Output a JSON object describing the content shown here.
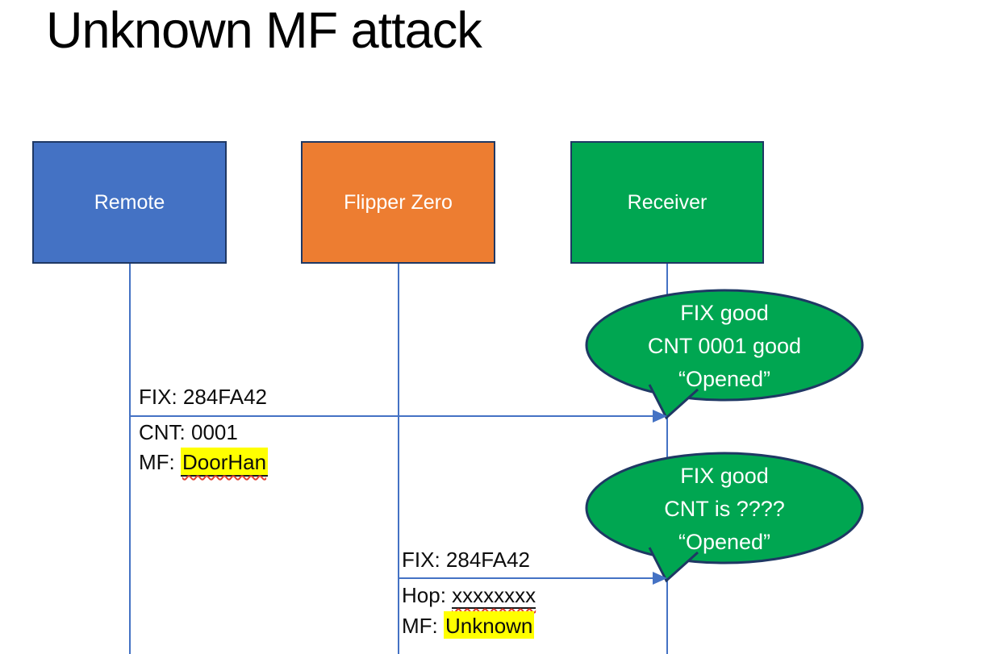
{
  "slide": {
    "title": "Unknown MF attack"
  },
  "palette": {
    "remote_fill": "#4472C4",
    "flipper_fill": "#ED7D31",
    "receiver_fill": "#00A651",
    "bubble_fill": "#00A651",
    "shape_border": "#1F3864",
    "connector_color": "#4472C4",
    "highlight_color": "#FFFF00",
    "squiggle_color": "#E0402F",
    "text_dark": "#0d0d0d",
    "text_light": "#FFFFFF"
  },
  "actors": [
    {
      "label": "Remote"
    },
    {
      "label": "Flipper Zero"
    },
    {
      "label": "Receiver"
    }
  ],
  "messages": [
    {
      "from": "Remote",
      "to": "Receiver",
      "lines": [
        {
          "text": "FIX: 284FA42"
        },
        {
          "text": "CNT: 0001"
        },
        {
          "prefix": "MF: ",
          "value": "DoorHan",
          "style": "highlight underline squiggle"
        }
      ]
    },
    {
      "from": "Flipper Zero",
      "to": "Receiver",
      "lines": [
        {
          "text": "FIX: 284FA42"
        },
        {
          "prefix": "Hop: ",
          "value": "xxxxxxxx",
          "style": "underline squiggle"
        },
        {
          "prefix": "MF: ",
          "value": "Unknown",
          "style": "highlight"
        }
      ]
    }
  ],
  "callouts": [
    {
      "lines": [
        "FIX good",
        "CNT 0001 good",
        "“Opened”"
      ]
    },
    {
      "lines": [
        "FIX good",
        "CNT is ????",
        "“Opened”"
      ]
    }
  ]
}
